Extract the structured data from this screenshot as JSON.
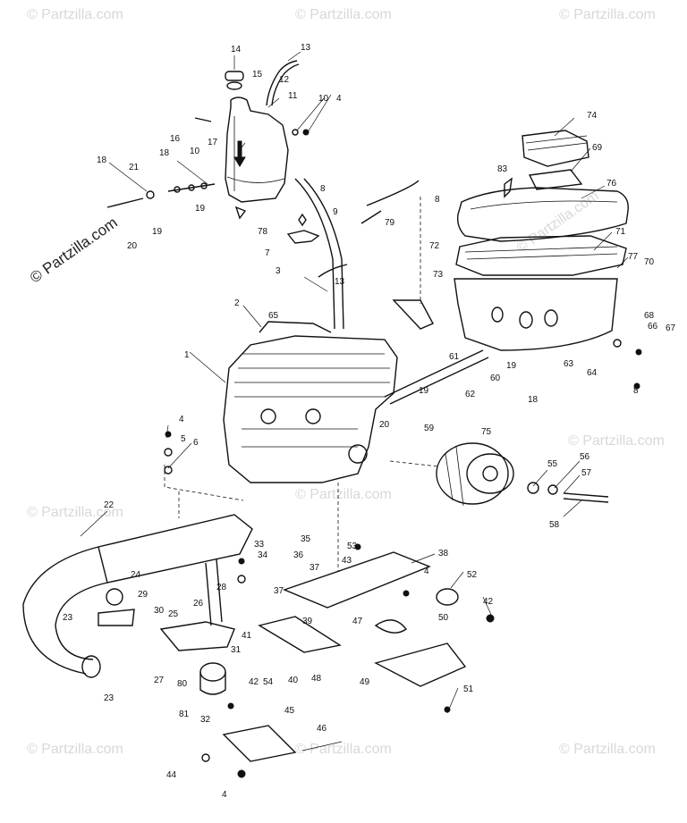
{
  "watermark": {
    "text": "© Partzilla.com",
    "side_text": "© Partzilla.com"
  },
  "callouts": [
    {
      "id": "c14",
      "label": "14"
    },
    {
      "id": "c13",
      "label": "13"
    },
    {
      "id": "c15",
      "label": "15"
    },
    {
      "id": "c12",
      "label": "12"
    },
    {
      "id": "c11",
      "label": "11"
    },
    {
      "id": "c10a",
      "label": "10"
    },
    {
      "id": "c4a",
      "label": "4"
    },
    {
      "id": "c16",
      "label": "16"
    },
    {
      "id": "c10b",
      "label": "10"
    },
    {
      "id": "c17",
      "label": "17"
    },
    {
      "id": "c18a",
      "label": "18"
    },
    {
      "id": "c18b",
      "label": "18"
    },
    {
      "id": "c21",
      "label": "21"
    },
    {
      "id": "c19a",
      "label": "19"
    },
    {
      "id": "c19b",
      "label": "19"
    },
    {
      "id": "c20a",
      "label": "20"
    },
    {
      "id": "c78",
      "label": "78"
    },
    {
      "id": "c8a",
      "label": "8"
    },
    {
      "id": "c9",
      "label": "9"
    },
    {
      "id": "c7",
      "label": "7"
    },
    {
      "id": "c8b",
      "label": "8"
    },
    {
      "id": "c79",
      "label": "79"
    },
    {
      "id": "c74",
      "label": "74"
    },
    {
      "id": "c69",
      "label": "69"
    },
    {
      "id": "c83",
      "label": "83"
    },
    {
      "id": "c76",
      "label": "76"
    },
    {
      "id": "c71",
      "label": "71"
    },
    {
      "id": "c77",
      "label": "77"
    },
    {
      "id": "c70",
      "label": "70"
    },
    {
      "id": "c72",
      "label": "72"
    },
    {
      "id": "c73",
      "label": "73"
    },
    {
      "id": "c3",
      "label": "3"
    },
    {
      "id": "c13b",
      "label": "13"
    },
    {
      "id": "c2",
      "label": "2"
    },
    {
      "id": "c65",
      "label": "65"
    },
    {
      "id": "c1",
      "label": "1"
    },
    {
      "id": "c68",
      "label": "68"
    },
    {
      "id": "c66",
      "label": "66"
    },
    {
      "id": "c67",
      "label": "67"
    },
    {
      "id": "c64",
      "label": "64"
    },
    {
      "id": "c8c",
      "label": "8"
    },
    {
      "id": "c63",
      "label": "63"
    },
    {
      "id": "c61",
      "label": "61"
    },
    {
      "id": "c60",
      "label": "60"
    },
    {
      "id": "c19c",
      "label": "19"
    },
    {
      "id": "c19d",
      "label": "19"
    },
    {
      "id": "c62",
      "label": "62"
    },
    {
      "id": "c18c",
      "label": "18"
    },
    {
      "id": "c20b",
      "label": "20"
    },
    {
      "id": "c59",
      "label": "59"
    },
    {
      "id": "c75",
      "label": "75"
    },
    {
      "id": "c4b",
      "label": "4"
    },
    {
      "id": "c5",
      "label": "5"
    },
    {
      "id": "c6",
      "label": "6"
    },
    {
      "id": "c55",
      "label": "55"
    },
    {
      "id": "c56",
      "label": "56"
    },
    {
      "id": "c57",
      "label": "57"
    },
    {
      "id": "c58",
      "label": "58"
    },
    {
      "id": "c22",
      "label": "22"
    },
    {
      "id": "c35",
      "label": "35"
    },
    {
      "id": "c53",
      "label": "53"
    },
    {
      "id": "c43",
      "label": "43"
    },
    {
      "id": "c38",
      "label": "38"
    },
    {
      "id": "c33",
      "label": "33"
    },
    {
      "id": "c36",
      "label": "36"
    },
    {
      "id": "c37a",
      "label": "37"
    },
    {
      "id": "c34",
      "label": "34"
    },
    {
      "id": "c4c",
      "label": "4"
    },
    {
      "id": "c52",
      "label": "52"
    },
    {
      "id": "c24",
      "label": "24"
    },
    {
      "id": "c29",
      "label": "29"
    },
    {
      "id": "c28",
      "label": "28"
    },
    {
      "id": "c37b",
      "label": "37"
    },
    {
      "id": "c42a",
      "label": "42"
    },
    {
      "id": "c23a",
      "label": "23"
    },
    {
      "id": "c30",
      "label": "30"
    },
    {
      "id": "c25",
      "label": "25"
    },
    {
      "id": "c26",
      "label": "26"
    },
    {
      "id": "c39",
      "label": "39"
    },
    {
      "id": "c47",
      "label": "47"
    },
    {
      "id": "c50",
      "label": "50"
    },
    {
      "id": "c41",
      "label": "41"
    },
    {
      "id": "c31",
      "label": "31"
    },
    {
      "id": "c27",
      "label": "27"
    },
    {
      "id": "c80",
      "label": "80"
    },
    {
      "id": "c42b",
      "label": "42"
    },
    {
      "id": "c54",
      "label": "54"
    },
    {
      "id": "c40",
      "label": "40"
    },
    {
      "id": "c48",
      "label": "48"
    },
    {
      "id": "c49",
      "label": "49"
    },
    {
      "id": "c23b",
      "label": "23"
    },
    {
      "id": "c81",
      "label": "81"
    },
    {
      "id": "c32",
      "label": "32"
    },
    {
      "id": "c51",
      "label": "51"
    },
    {
      "id": "c45",
      "label": "45"
    },
    {
      "id": "c46",
      "label": "46"
    },
    {
      "id": "c44",
      "label": "44"
    },
    {
      "id": "c4d",
      "label": "4"
    }
  ]
}
